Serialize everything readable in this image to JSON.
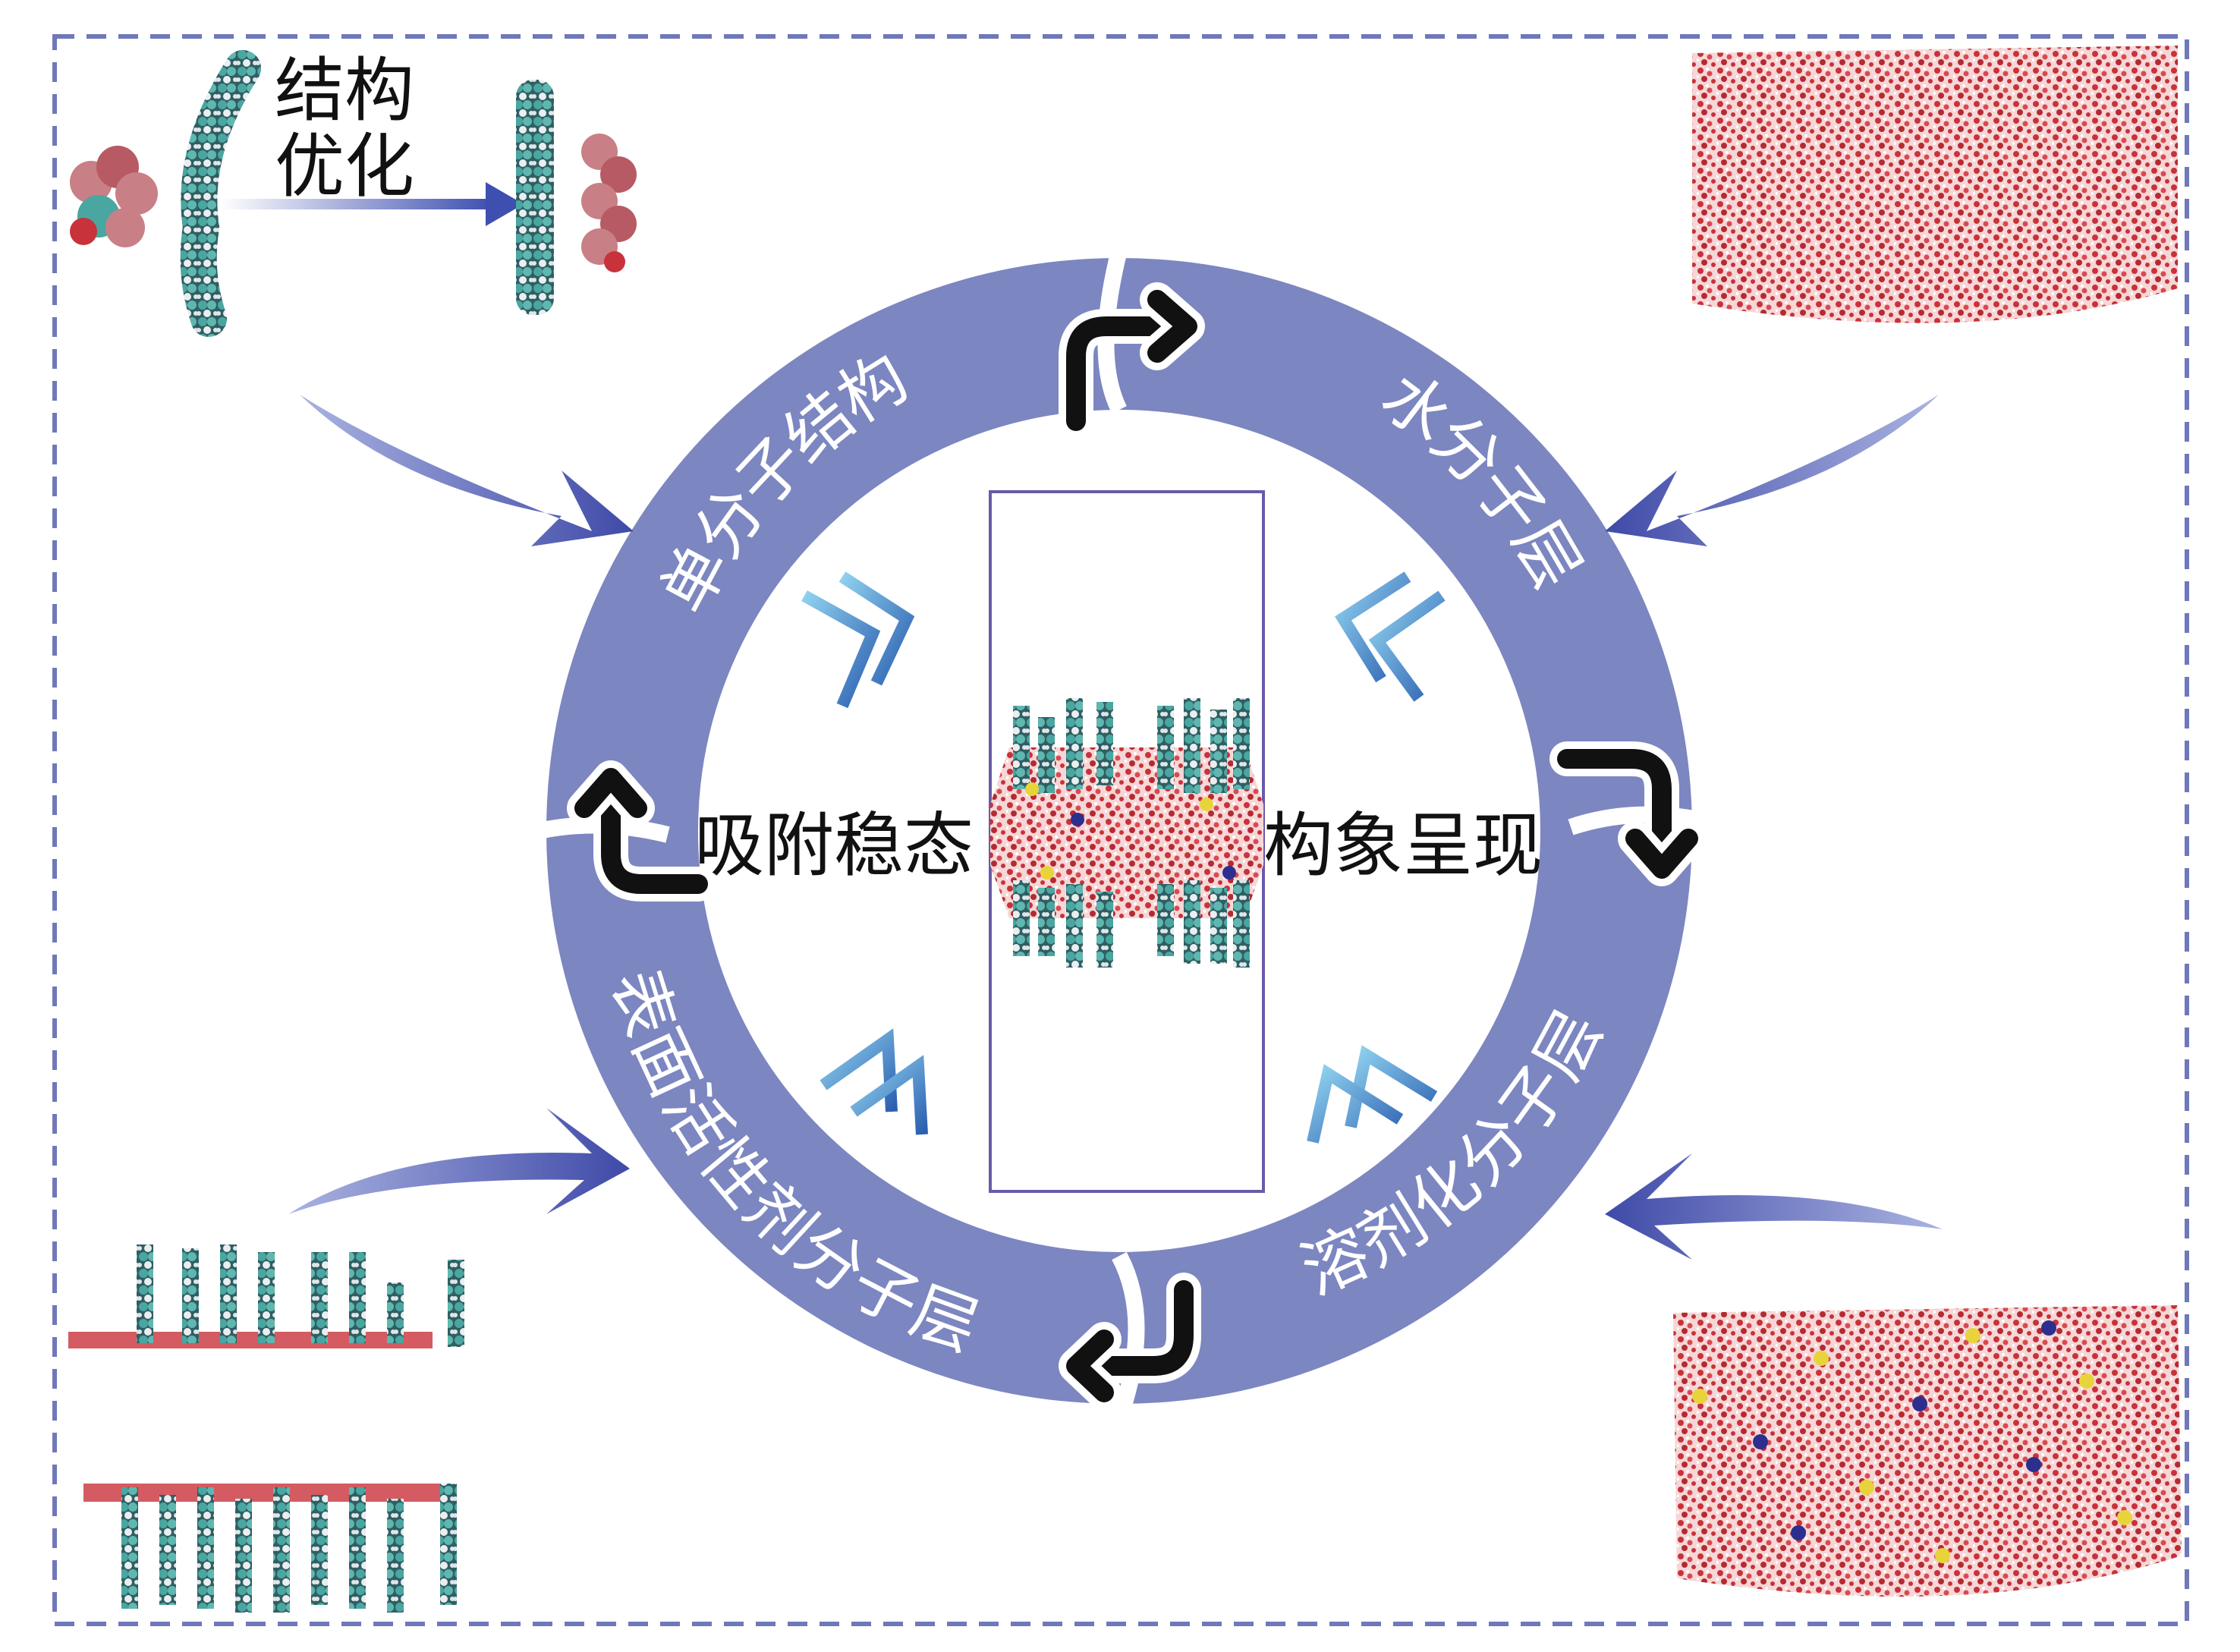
{
  "structure_optimization": {
    "line1": "结构",
    "line2": "优化"
  },
  "ring_segments": [
    {
      "id": "single-molecule",
      "label": "单分子结构"
    },
    {
      "id": "water-layer",
      "label": "水分子层"
    },
    {
      "id": "solvation-layer",
      "label": "溶剂化分子层"
    },
    {
      "id": "surfactant-layer",
      "label": "表面活性剂分子层"
    }
  ],
  "center_labels": {
    "left": "吸附稳态",
    "right": "构象呈现"
  },
  "colors": {
    "ring": "#7c86c0",
    "ring_text": "#ffffff",
    "frame_dash": "#6f78b8",
    "arrow_dark": "#3f4aa8",
    "chevron_light": "#3fa7dc",
    "water_red": "#c8323a",
    "carbon_teal": "#4aa6a0",
    "ion_yellow": "#e8d43a",
    "ion_blue": "#2d2f8e"
  },
  "icons": [
    "curved-arrow-icon",
    "chevron-icon",
    "molecule-icon"
  ]
}
